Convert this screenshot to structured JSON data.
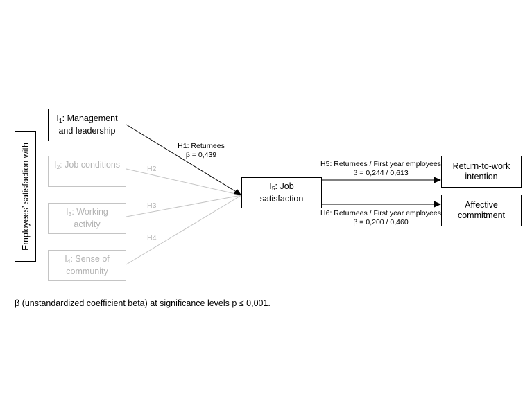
{
  "diagram": {
    "side_label": "Employees’ satisfaction with",
    "inputs": [
      {
        "prefix": "I",
        "sub": "1",
        "line1": ": Management",
        "line2": "and leadership",
        "active": true
      },
      {
        "prefix": "I",
        "sub": "2",
        "line1": ": Job conditions",
        "line2": "",
        "active": false
      },
      {
        "prefix": "I",
        "sub": "3",
        "line1": ": Working",
        "line2": "activity",
        "active": false
      },
      {
        "prefix": "I",
        "sub": "4",
        "line1": ": Sense of",
        "line2": "community",
        "active": false
      }
    ],
    "mediator": {
      "prefix": "I",
      "sub": "5",
      "line1": ": Job",
      "line2": "satisfaction"
    },
    "outcomes": [
      {
        "line1": "Return-to-work",
        "line2": "intention"
      },
      {
        "line1": "Affective",
        "line2": "commitment"
      }
    ],
    "paths": {
      "h1": {
        "line1": "H1: Returnees",
        "line2": "β = 0,439"
      },
      "h2": "H2",
      "h3": "H3",
      "h4": "H4",
      "h5": {
        "line1": "H5: Returnees / First year employees",
        "line2": "β = 0,244 / 0,613"
      },
      "h6": {
        "line1": "H6: Returnees / First year employees",
        "line2": "β = 0,200 / 0,460"
      }
    },
    "footnote": "β (unstandardized coefficient beta) at significance levels p ≤ 0,001.",
    "colors": {
      "active": "#000000",
      "inactive": "#b3b3b3",
      "inactive_border": "#c4c4c4"
    }
  }
}
